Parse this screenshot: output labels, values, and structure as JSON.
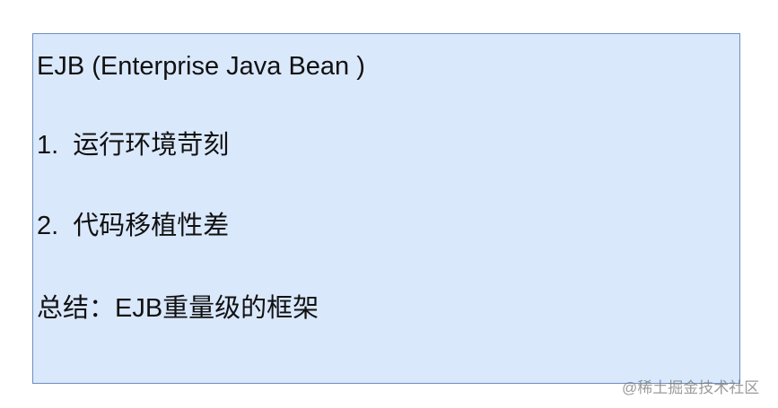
{
  "box": {
    "fill_color": "#dae8fc",
    "border_color": "#6c8ebf",
    "lines": [
      "EJB (Enterprise Java Bean )",
      "1.  运行环境苛刻",
      "2.  代码移植性差",
      "总结：EJB重量级的框架"
    ]
  },
  "watermark": "@稀土掘金技术社区"
}
